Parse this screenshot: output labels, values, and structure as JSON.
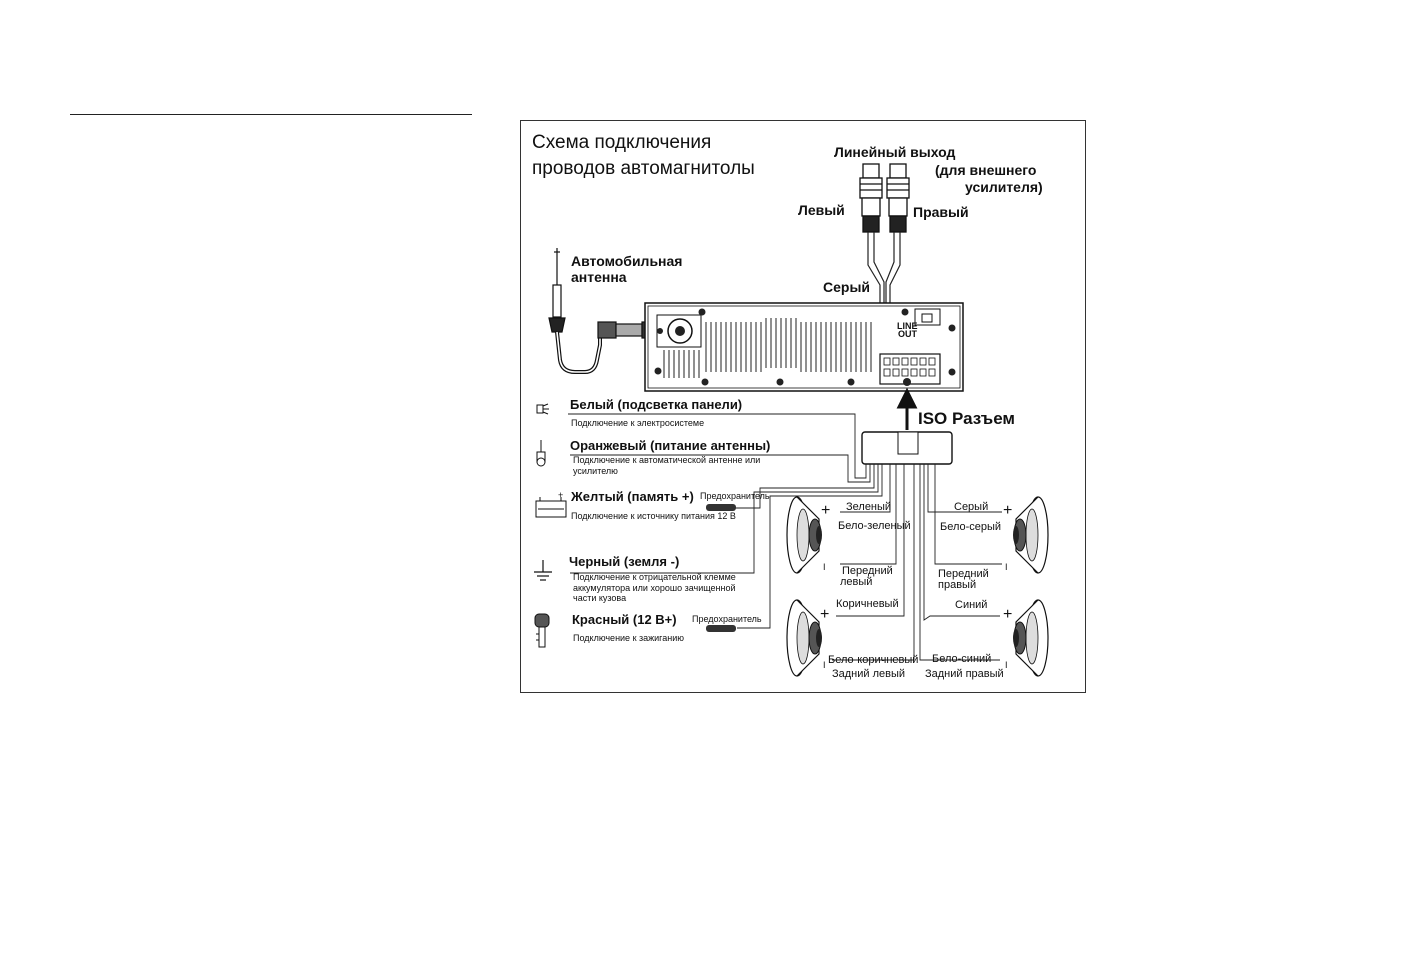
{
  "diagram": {
    "title_line1": "Схема подключения",
    "title_line2": "проводов автомагнитолы",
    "line_out_title": "Линейный выход",
    "line_out_sub1": "(для внешнего",
    "line_out_sub2": "усилителя)",
    "left": "Левый",
    "right": "Правый",
    "antenna_line1": "Автомобильная",
    "antenna_line2": "антенна",
    "gray_top": "Серый",
    "line_out_panel_1": "LINE",
    "line_out_panel_2": "OUT",
    "iso": "ISO Разъем",
    "wires": {
      "white": "Белый (подсветка панели)",
      "white_desc": "Подключение к электросистеме",
      "orange": "Оранжевый (питание антенны)",
      "orange_desc1": "Подключение к автоматической антенне или",
      "orange_desc2": "усилителю",
      "yellow": "Желтый (память +)",
      "yellow_desc": "Подключение к источнику питания 12 В",
      "fuse1": "Предохранитель",
      "black": "Черный (земля -)",
      "black_desc1": "Подключение к отрицательной клемме",
      "black_desc2": "аккумулятора или хорошо зачищенной",
      "black_desc3": "части кузова",
      "red": "Красный (12 В+)",
      "fuse2": "Предохранитель",
      "red_desc": "Подключение к зажиганию"
    },
    "speakers": {
      "green": "Зеленый",
      "white_green": "Бело-зеленый",
      "front_left_1": "Передний",
      "front_left_2": "левый",
      "gray": "Серый",
      "white_gray": "Бело-серый",
      "front_right_1": "Передний",
      "front_right_2": "правый",
      "brown": "Коричневый",
      "white_brown": "Бело-коричневый",
      "rear_left": "Задний левый",
      "blue": "Синий",
      "white_blue": "Бело-синий",
      "rear_right": "Задний правый",
      "plus": "+",
      "minus": "I"
    }
  }
}
